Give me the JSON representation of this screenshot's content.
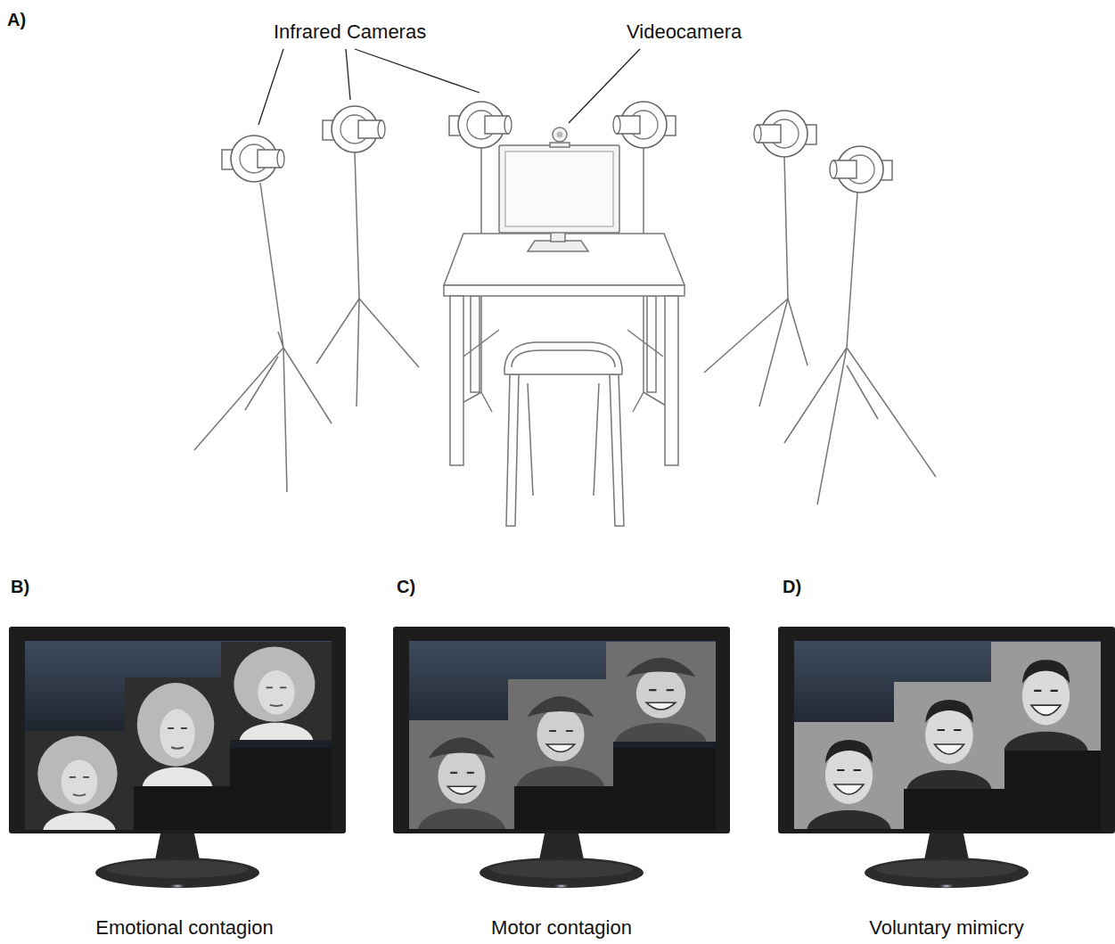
{
  "diagram": {
    "labels": [
      "A)",
      "Infrared Cameras",
      "Videocamera",
      "B)",
      "C)",
      "D)",
      "Emotional contagion",
      "Motor contagion",
      "Voluntary mimicry"
    ]
  }
}
